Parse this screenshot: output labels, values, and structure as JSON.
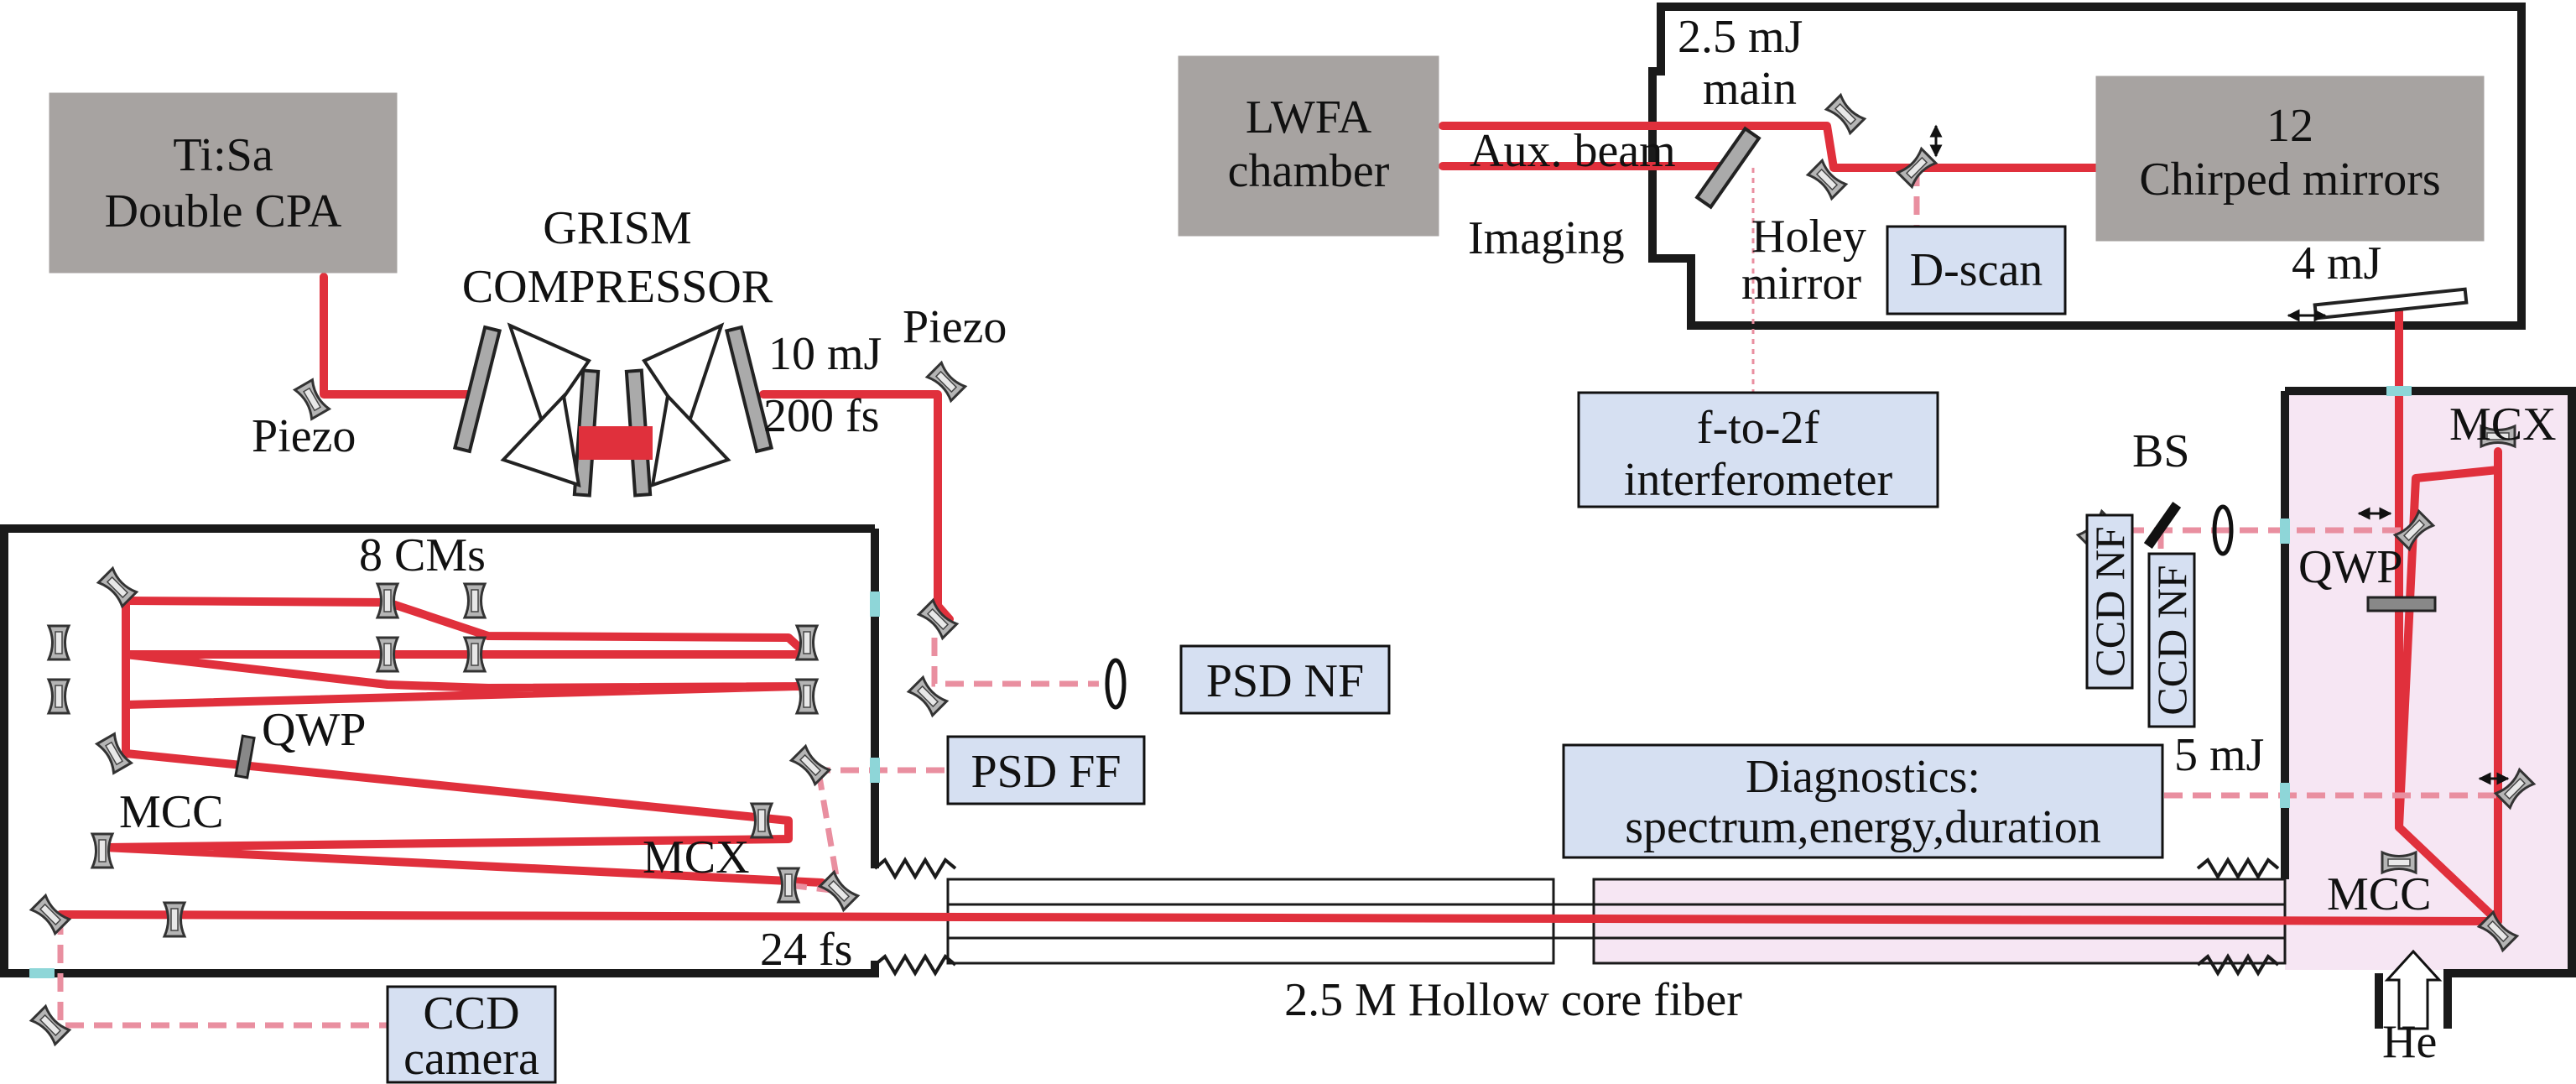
{
  "colors": {
    "beam": "#e0303c",
    "beam_dashed": "#e98fa0",
    "gray_box": "#a7a3a1",
    "blue_box": "#d6e0f2",
    "chamber_pink": "#f6e6f3",
    "wall": "#1a1a1a",
    "window": "#8ed6d8"
  },
  "boxes": {
    "tisa": [
      "Ti:Sa",
      "Double CPA"
    ],
    "lwfa": [
      "LWFA",
      "chamber"
    ],
    "chirped": [
      "12",
      "Chirped mirrors"
    ],
    "dscan": "D-scan",
    "f2f": [
      "f-to-2f",
      "interferometer"
    ],
    "psd_nf": "PSD NF",
    "psd_ff": "PSD FF",
    "ccd_camera": [
      "CCD",
      "camera"
    ],
    "diagnostics": [
      "Diagnostics:",
      "spectrum,energy,duration"
    ],
    "ccd_nf_1": "CCD NF",
    "ccd_nf_2": "CCD NF"
  },
  "labels": {
    "grism": [
      "GRISM",
      "COMPRESSOR"
    ],
    "piezo_left": "Piezo",
    "piezo_right": "Piezo",
    "energy_10mj": "10 mJ",
    "duration_200fs": "200 fs",
    "eight_cms": "8 CMs",
    "qwp_left": "QWP",
    "mcc_left": "MCC",
    "mcx_left": "MCX",
    "duration_24fs": "24 fs",
    "fiber": "2.5 M Hollow core fiber",
    "energy_25mj_main": [
      "2.5 mJ",
      "main"
    ],
    "aux_beam": "Aux. beam",
    "imaging": "Imaging",
    "holey_mirror": [
      "Holey",
      "mirror"
    ],
    "energy_4mj": "4 mJ",
    "bs": "BS",
    "mcx_right": "MCX",
    "qwp_right": "QWP",
    "energy_5mj": "5 mJ",
    "mcc_right": "MCC",
    "he": "He"
  }
}
